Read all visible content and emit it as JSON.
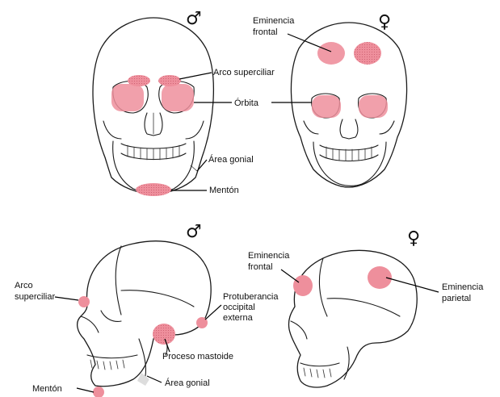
{
  "colors": {
    "highlight": "#ee8f9c",
    "line": "#1a1a1a",
    "background": "#ffffff"
  },
  "symbols": {
    "male_front": "♂",
    "female_front": "♀",
    "male_side": "♂",
    "female_side": "♀"
  },
  "labels": {
    "frontal_eminence_front_1": "Eminencia",
    "frontal_eminence_front_2": "frontal",
    "arco_front": "Arco superciliar",
    "orbita": "Órbita",
    "area_gonial_front": "Área gonial",
    "menton_front": "Mentón",
    "arco_side_1": "Arco",
    "arco_side_2": "superciliar",
    "protuberancia_1": "Protuberancia",
    "protuberancia_2": "occipital",
    "protuberancia_3": "externa",
    "proceso_mastoide": "Proceso mastoide",
    "area_gonial_side": "Área gonial",
    "menton_side": "Mentón",
    "frontal_eminence_side_1": "Eminencia",
    "frontal_eminence_side_2": "frontal",
    "parietal_eminence_1": "Eminencia",
    "parietal_eminence_2": "parietal"
  }
}
